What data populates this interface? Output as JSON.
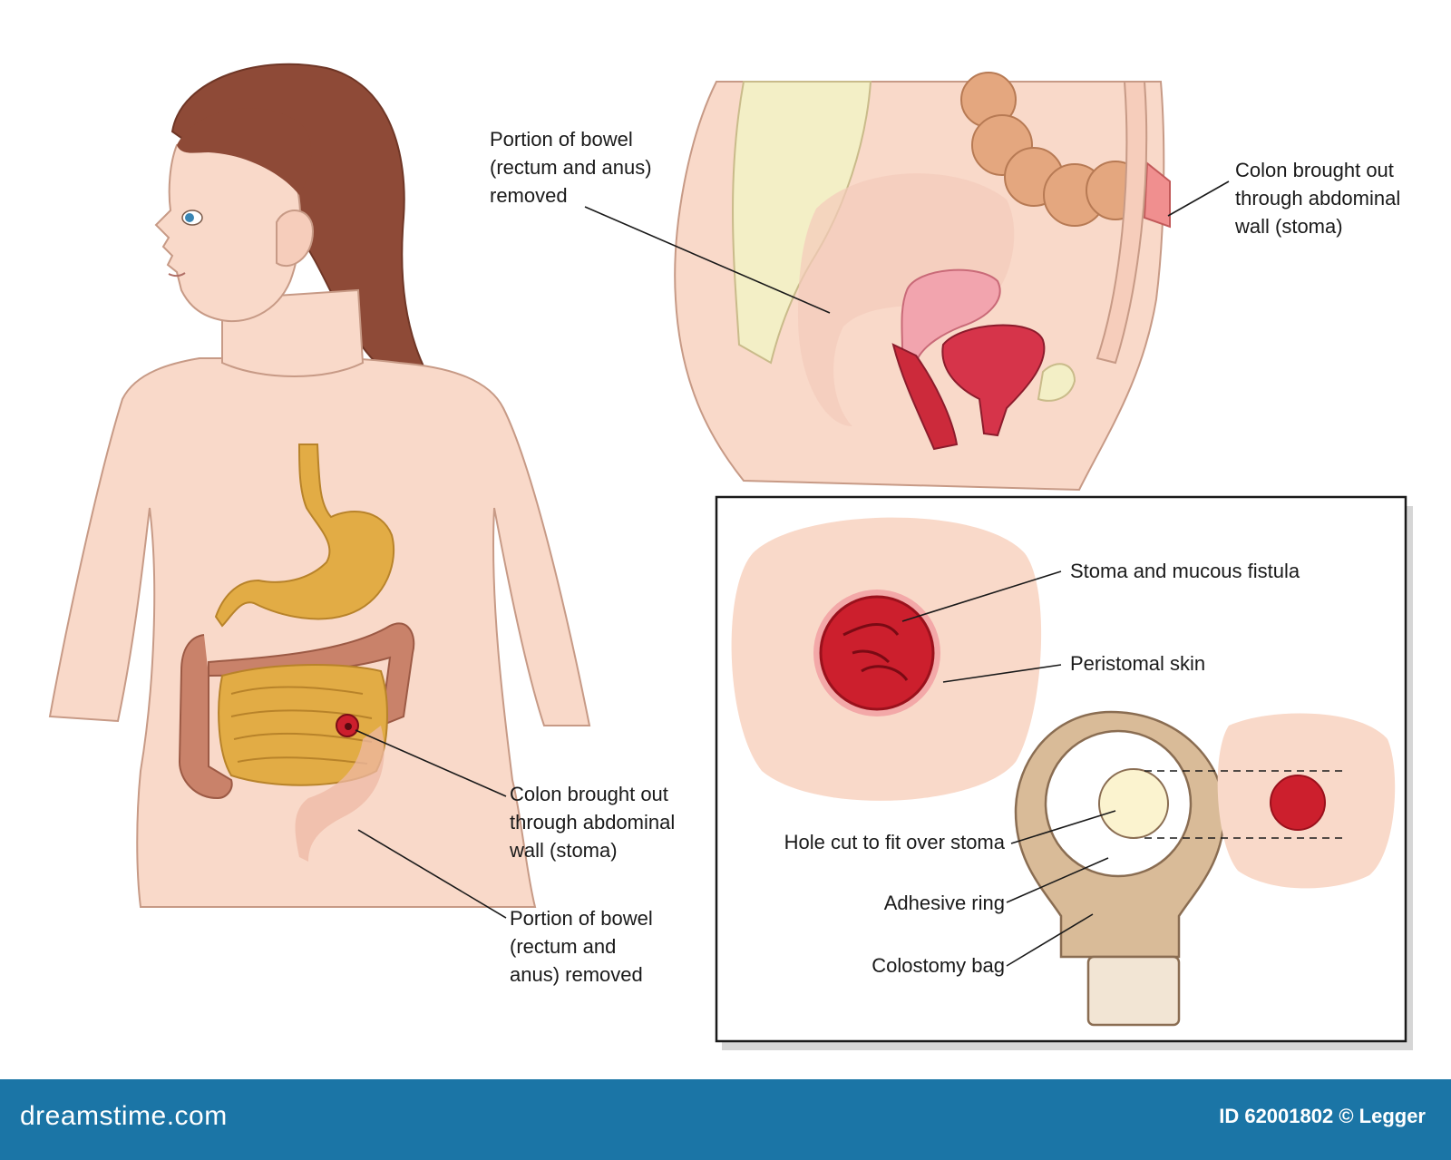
{
  "labels": {
    "hip_bowel_removed": [
      "Portion of bowel",
      "(rectum and anus)",
      "removed"
    ],
    "hip_colon_stoma": [
      "Colon brought out",
      "through abdominal",
      "wall (stoma)"
    ],
    "child_colon_stoma": [
      "Colon brought out",
      "through abdominal",
      "wall (stoma)"
    ],
    "child_bowel_removed": [
      "Portion of bowel",
      "(rectum and",
      "anus) removed"
    ],
    "stoma_fistula": "Stoma and mucous fistula",
    "peristomal_skin": "Peristomal skin",
    "hole_cut": "Hole cut to fit over stoma",
    "adhesive_ring": "Adhesive ring",
    "colostomy_bag": "Colostomy bag"
  },
  "footer": {
    "brand": "dreamstime.com",
    "credit": "ID 62001802 © Legger"
  },
  "colors": {
    "skin": "#f9d9c9",
    "skin_outline": "#c79a86",
    "hair": "#8e4a37",
    "intestine": "#e2ac45",
    "colon": "#c9826a",
    "stoma": "#cc1f2d",
    "bag": "#d9bb98",
    "footer": "#1b75a6"
  }
}
